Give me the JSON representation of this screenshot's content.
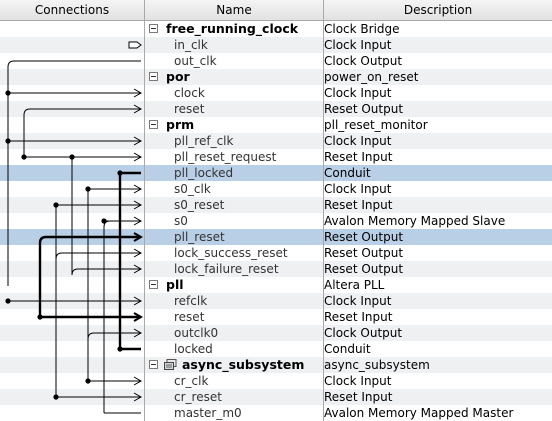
{
  "columns": {
    "connections": "Connections",
    "name": "Name",
    "description": "Description"
  },
  "rows": [
    {
      "type": "module",
      "name": "free_running_clock",
      "desc": "Clock Bridge"
    },
    {
      "type": "port",
      "name": "in_clk",
      "desc": "Clock Input"
    },
    {
      "type": "port",
      "name": "out_clk",
      "desc": "Clock Output"
    },
    {
      "type": "module",
      "name": "por",
      "desc": "power_on_reset"
    },
    {
      "type": "port",
      "name": "clock",
      "desc": "Clock Input"
    },
    {
      "type": "port",
      "name": "reset",
      "desc": "Reset Output"
    },
    {
      "type": "module",
      "name": "prm",
      "desc": "pll_reset_monitor"
    },
    {
      "type": "port",
      "name": "pll_ref_clk",
      "desc": "Clock Input"
    },
    {
      "type": "port",
      "name": "pll_reset_request",
      "desc": "Reset Input"
    },
    {
      "type": "port",
      "name": "pll_locked",
      "desc": "Conduit",
      "selected": true
    },
    {
      "type": "port",
      "name": "s0_clk",
      "desc": "Clock Input"
    },
    {
      "type": "port",
      "name": "s0_reset",
      "desc": "Reset Input"
    },
    {
      "type": "port",
      "name": "s0",
      "desc": "Avalon Memory Mapped Slave"
    },
    {
      "type": "port",
      "name": "pll_reset",
      "desc": "Reset Output",
      "selected": true
    },
    {
      "type": "port",
      "name": "lock_success_reset",
      "desc": "Reset Output"
    },
    {
      "type": "port",
      "name": "lock_failure_reset",
      "desc": "Reset Output"
    },
    {
      "type": "module",
      "name": "pll",
      "desc": "Altera PLL"
    },
    {
      "type": "port",
      "name": "refclk",
      "desc": "Clock Input"
    },
    {
      "type": "port",
      "name": "reset",
      "desc": "Reset Input"
    },
    {
      "type": "port",
      "name": "outclk0",
      "desc": "Clock Output"
    },
    {
      "type": "port",
      "name": "locked",
      "desc": "Conduit"
    },
    {
      "type": "module",
      "name": "async_subsystem",
      "desc": "async_subsystem",
      "icon": "subsystem-icon"
    },
    {
      "type": "port",
      "name": "cr_clk",
      "desc": "Clock Input"
    },
    {
      "type": "port",
      "name": "cr_reset",
      "desc": "Reset Input"
    },
    {
      "type": "port",
      "name": "master_m0",
      "desc": "Avalon Memory Mapped Master"
    }
  ],
  "colors": {
    "selected_row": "#b9cfe6",
    "alt_row": "#eef0f2",
    "grid": "#a9a9a9"
  }
}
